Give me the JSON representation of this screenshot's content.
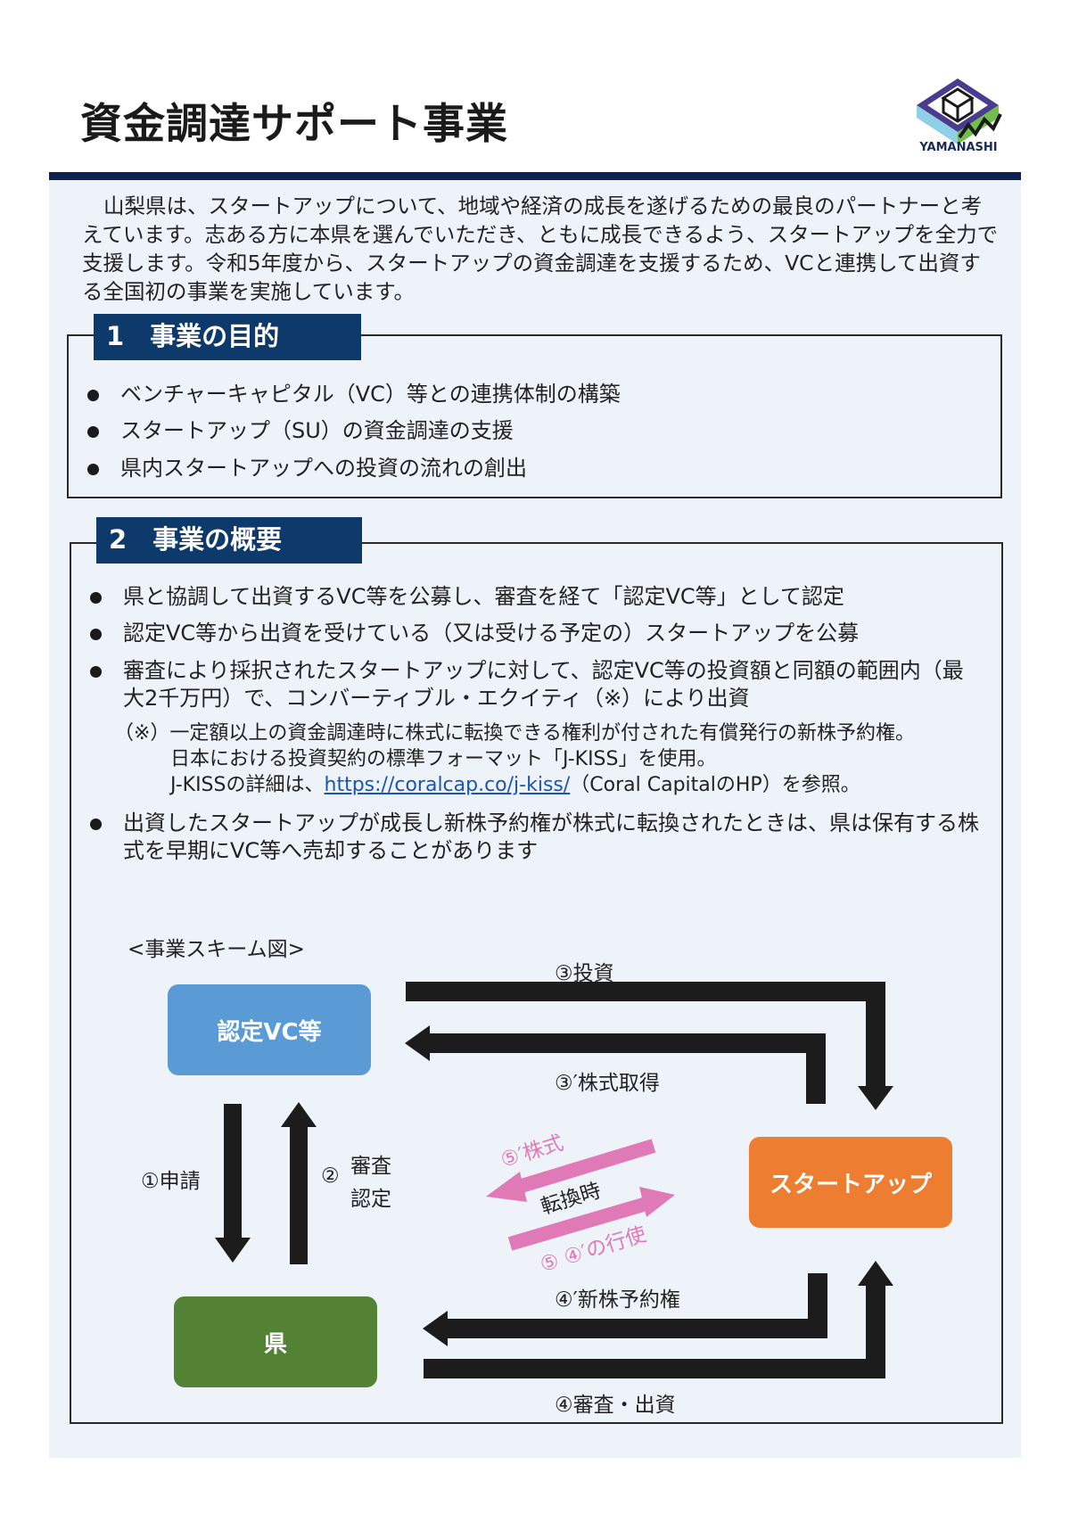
{
  "header": {
    "title": "資金調達サポート事業",
    "logo_text": "YAMANASHI"
  },
  "intro": "山梨県は、スタートアップについて、地域や経済の成長を遂げるための最良のパートナーと考えています。志ある方に本県を選んでいただき、ともに成長できるよう、スタートアップを全力で支援します。令和5年度から、スタートアップの資金調達を支援するため、VCと連携して出資する全国初の事業を実施しています。",
  "section1": {
    "heading": "1　事業の目的",
    "items": [
      "ベンチャーキャピタル（VC）等との連携体制の構築",
      "スタートアップ（SU）の資金調達の支援",
      "県内スタートアップへの投資の流れの創出"
    ]
  },
  "section2": {
    "heading": "2　事業の概要",
    "items": [
      "県と協調して出資するVC等を公募し、審査を経て「認定VC等」として認定",
      "認定VC等から出資を受けている（又は受ける予定の）スタートアップを公募",
      "審査により採択されたスタートアップに対して、認定VC等の投資額と同額の範囲内（最大2千万円）で、コンバーティブル・エクイティ（※）により出資",
      "出資したスタートアップが成長し新株予約権が株式に転換されたときは、県は保有する株式を早期にVC等へ売却することがあります"
    ],
    "note_line1": "（※）一定額以上の資金調達時に株式に転換できる権利が付された有償発行の新株予約権。",
    "note_line2": "日本における投資契約の標準フォーマット「J-KISS」を使用。",
    "note_line3_prefix": "J-KISSの詳細は、",
    "note_link": "https://coralcap.co/j-kiss/",
    "note_line3_suffix": "（Coral CapitalのHP）を参照。"
  },
  "scheme": {
    "label": "<事業スキーム図>",
    "nodes": {
      "vc": "認定VC等",
      "startup": "スタートアップ",
      "pref": "県"
    },
    "labels": {
      "invest": "③投資",
      "stock_acq": "③′株式取得",
      "apply": "①申請",
      "review_num": "②",
      "review_line1": "審査",
      "review_line2": "認定",
      "conv_stock": "⑤′株式",
      "conv_time": "転換時",
      "conv_exercise": "⑤ ④′の行使",
      "warrant": "④′新株予約権",
      "review_invest": "④審査・出資"
    },
    "colors": {
      "vc": "#5b9bd5",
      "startup": "#ed7d31",
      "pref": "#548235",
      "arrow": "#1c1c1c",
      "pink": "#e07ab7"
    }
  }
}
